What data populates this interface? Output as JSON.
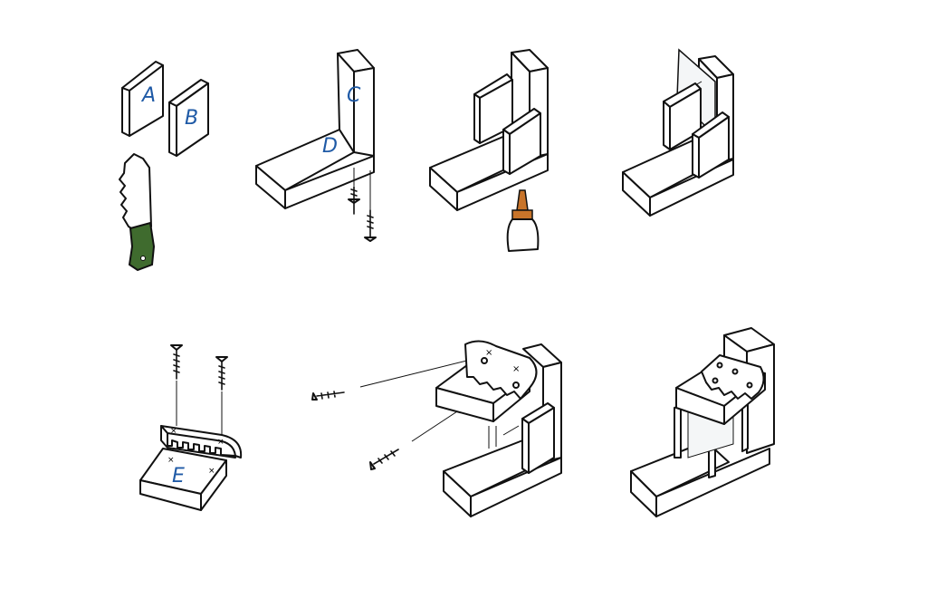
{
  "labels": {
    "a": "A",
    "b": "B",
    "c": "C",
    "d": "D",
    "e": "E"
  },
  "colors": {
    "label": "#1f5aa6",
    "handle": "#3f6b2e",
    "glue_cap": "#c8742a",
    "ink": "#111111"
  }
}
